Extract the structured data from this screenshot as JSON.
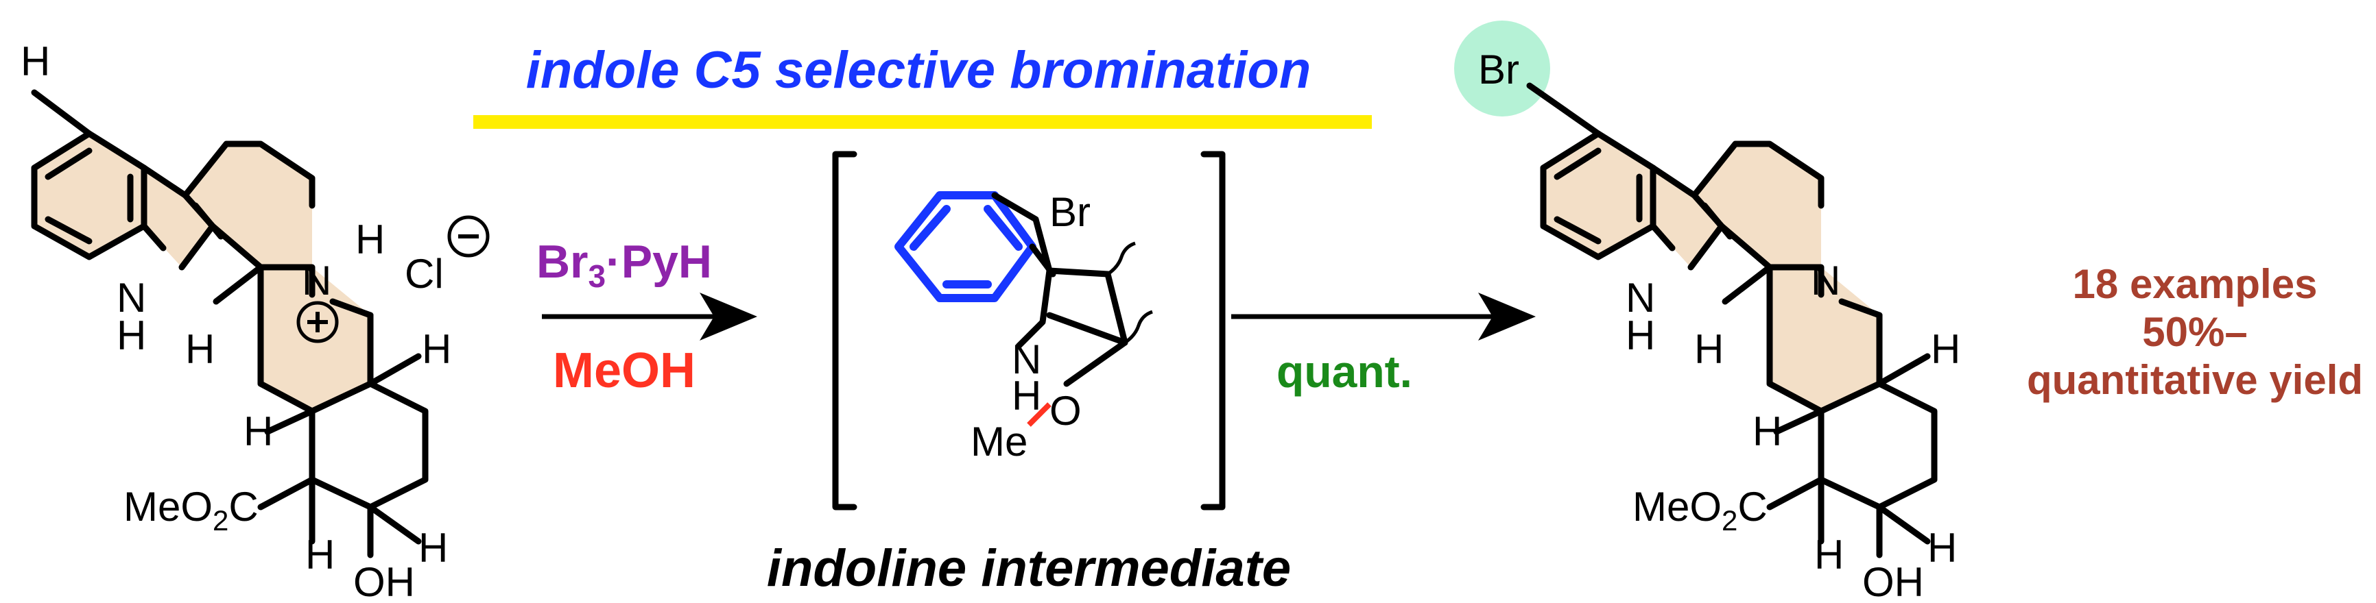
{
  "header": {
    "title": "indole C5 selective bromination",
    "title_color": "#1736ff",
    "underline_color": "#ffee00"
  },
  "step1": {
    "reagent": "Br",
    "reagent_sub": "3",
    "reagent_rest": "·PyH",
    "reagent_color": "#8e24aa",
    "solvent": "MeOH",
    "solvent_color": "#ff3322"
  },
  "intermediate": {
    "label": "indoline intermediate",
    "br": "Br",
    "nh_n": "N",
    "nh_h": "H",
    "me": "Me",
    "o": "O"
  },
  "step2": {
    "label": "quant.",
    "color": "#1a8a1a"
  },
  "result": {
    "line1": "18 examples",
    "line2": "50%–",
    "line3": "quantitative yield",
    "color": "#a8402e"
  },
  "start_material": {
    "h_top": "H",
    "nh_n": "N",
    "nh_h": "H",
    "n_plus": "N",
    "n_h": "H",
    "cl": "Cl",
    "h1": "H",
    "h2": "H",
    "h3": "H",
    "ester": "MeO",
    "ester_sub": "2",
    "ester_c": "C",
    "h4": "H",
    "oh": "OH",
    "h5": "H"
  },
  "product": {
    "br": "Br",
    "br_bg": "#b5f2d6",
    "nh_n": "N",
    "nh_h": "H",
    "n": "N",
    "h1": "H",
    "h2": "H",
    "h3": "H",
    "ester": "MeO",
    "ester_sub": "2",
    "ester_c": "C",
    "h4": "H",
    "oh": "OH",
    "h5": "H"
  },
  "colors": {
    "ring_fill": "#f3dfc7",
    "bond": "#000000"
  }
}
